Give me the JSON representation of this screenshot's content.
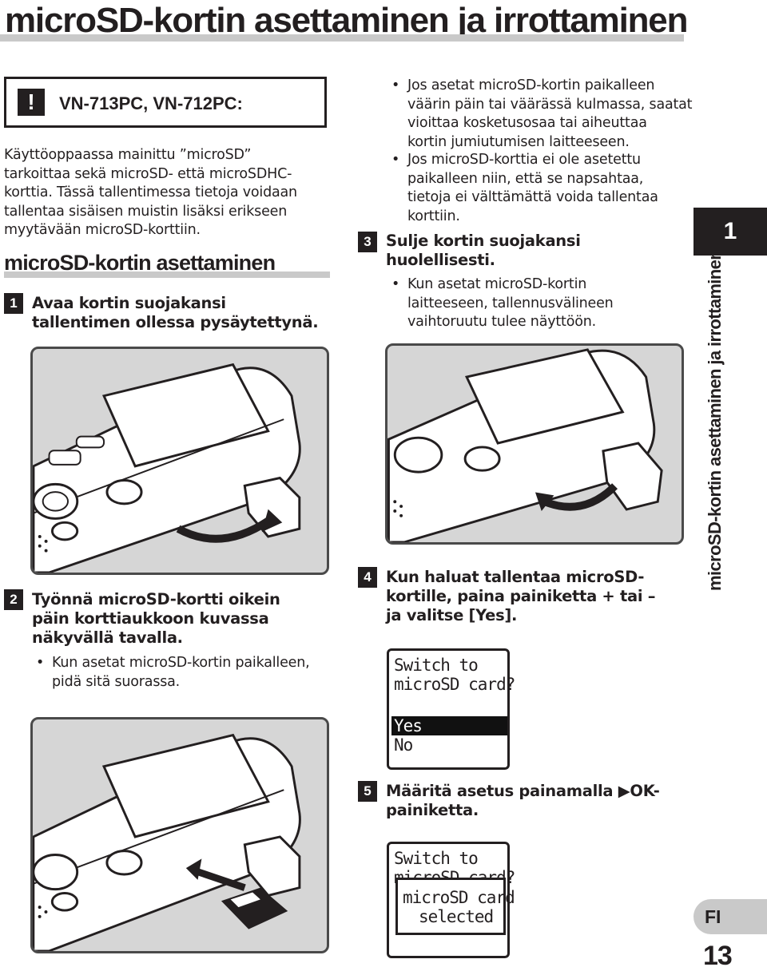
{
  "page": {
    "title": "microSD-kortin asettaminen ja irrottaminen",
    "side_title": "microSD-kortin asettaminen ja irrottaminen",
    "chapter_number": "1",
    "language": "FI",
    "page_number": "13"
  },
  "note": {
    "icon": "!",
    "models": "VN-713PC, VN-712PC:",
    "lines": [
      "Käyttöoppaassa mainittu ”microSD”",
      "tarkoittaa sekä microSD- että microSDHC-",
      "korttia. Tässä tallentimessa tietoja voidaan",
      "tallentaa sisäisen muistin lisäksi erikseen",
      "myytävään microSD-korttiin."
    ]
  },
  "section": {
    "heading": "microSD-kortin asettaminen"
  },
  "steps": [
    {
      "number": "1",
      "lines": [
        "Avaa kortin suojakansi",
        "tallentimen ollessa pysäytettynä."
      ]
    },
    {
      "number": "2",
      "lines": [
        "Työnnä microSD-kortti oikein",
        "päin korttiaukkoon kuvassa",
        "näkyvällä tavalla."
      ],
      "bullets": [
        [
          "Kun asetat microSD-kortin paikalleen,",
          "pidä sitä suorassa."
        ]
      ]
    },
    {
      "number": "3",
      "lines": [
        "Sulje kortin suojakansi",
        "huolellisesti."
      ],
      "bullets": [
        [
          "Kun asetat microSD-kortin",
          "laitteeseen, tallennusvälineen",
          "vaihtoruutu tulee näyttöön."
        ]
      ]
    },
    {
      "number": "4",
      "lines": [
        "Kun haluat tallentaa microSD-",
        "kortille, paina painiketta + tai –",
        "ja valitse [Yes]."
      ]
    },
    {
      "number": "5",
      "lines": [
        "Määritä asetus painamalla ▶OK-",
        "painiketta."
      ]
    }
  ],
  "right_bullets": [
    [
      "Jos asetat microSD-kortin paikalleen",
      "väärin päin tai väärässä kulmassa, saatat",
      "vioittaa kosketusosaa tai aiheuttaa",
      "kortin jumiutumisen laitteeseen."
    ],
    [
      "Jos microSD-korttia ei ole asetettu",
      "paikalleen niin, että se napsahtaa,",
      "tietoja ei välttämättä voida tallentaa",
      "korttiin."
    ]
  ],
  "lcd1": {
    "line1": "Switch to",
    "line2": "microSD card?",
    "option_yes": "Yes",
    "option_no": "No"
  },
  "lcd2": {
    "line1": "Switch to",
    "line2": "microSD card?",
    "popup_line1": "microSD card",
    "popup_line2": "selected"
  }
}
